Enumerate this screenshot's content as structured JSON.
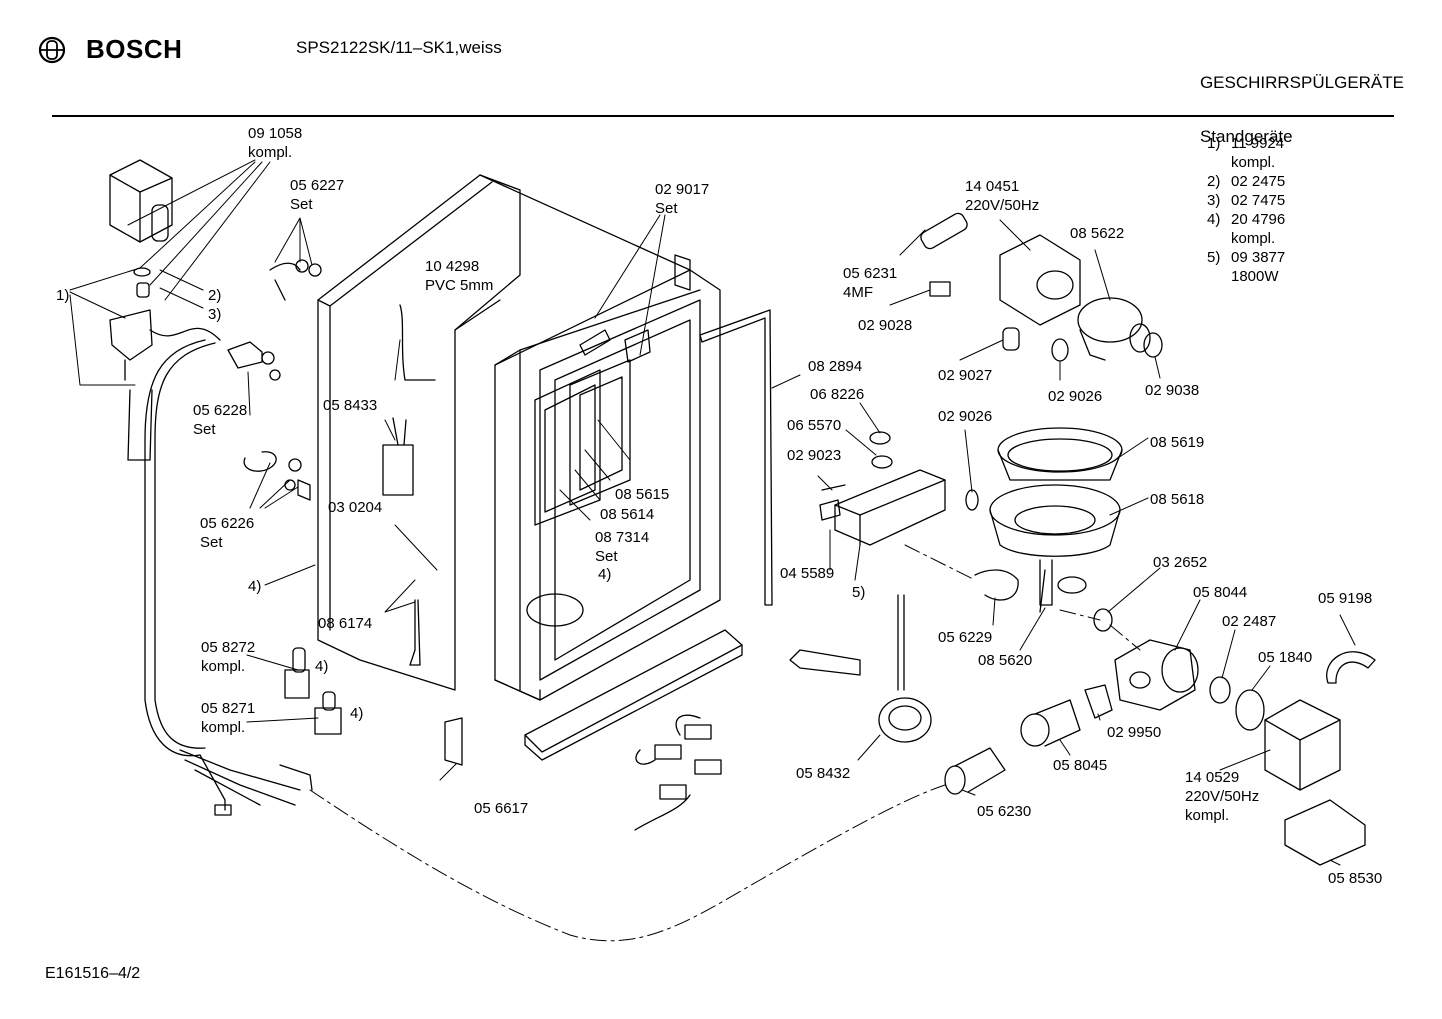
{
  "header": {
    "brand": "BOSCH",
    "model": "SPS2122SK/11–SK1,weiss",
    "category_line1": "GESCHIRRSPÜLGERÄTE",
    "category_line2": "Standgeräte"
  },
  "footer": {
    "doc_id": "E161516–4/2"
  },
  "legend": [
    {
      "key": "1)",
      "lines": [
        "11 9924",
        "kompl."
      ]
    },
    {
      "key": "2)",
      "lines": [
        "02 2475"
      ]
    },
    {
      "key": "3)",
      "lines": [
        "02 7475"
      ]
    },
    {
      "key": "4)",
      "lines": [
        "20 4796",
        "kompl."
      ]
    },
    {
      "key": "5)",
      "lines": [
        "09 3877",
        "1800W"
      ]
    }
  ],
  "callouts": [
    {
      "id": "c091058",
      "lines": [
        "09 1058",
        "kompl."
      ]
    },
    {
      "id": "c056227",
      "lines": [
        "05 6227",
        "Set"
      ]
    },
    {
      "id": "c104298",
      "lines": [
        "10 4298",
        "PVC 5mm"
      ]
    },
    {
      "id": "c029017",
      "lines": [
        "02 9017",
        "Set"
      ]
    },
    {
      "id": "c140451",
      "lines": [
        "14 0451",
        "220V/50Hz"
      ]
    },
    {
      "id": "c085622",
      "lines": [
        "08 5622"
      ]
    },
    {
      "id": "c056231",
      "lines": [
        "05 6231",
        "4MF"
      ]
    },
    {
      "id": "c029028",
      "lines": [
        "02 9028"
      ]
    },
    {
      "id": "c029027",
      "lines": [
        "02 9027"
      ]
    },
    {
      "id": "c029026a",
      "lines": [
        "02 9026"
      ]
    },
    {
      "id": "c029038",
      "lines": [
        "02 9038"
      ]
    },
    {
      "id": "c1left",
      "lines": [
        "1)"
      ]
    },
    {
      "id": "c2",
      "lines": [
        "2)"
      ]
    },
    {
      "id": "c3",
      "lines": [
        "3)"
      ]
    },
    {
      "id": "c056228",
      "lines": [
        "05 6228",
        "Set"
      ]
    },
    {
      "id": "c058433",
      "lines": [
        "05 8433"
      ]
    },
    {
      "id": "c082894",
      "lines": [
        "08 2894"
      ]
    },
    {
      "id": "c068226",
      "lines": [
        "06 8226"
      ]
    },
    {
      "id": "c065570",
      "lines": [
        "06 5570"
      ]
    },
    {
      "id": "c029026b",
      "lines": [
        "02 9026"
      ]
    },
    {
      "id": "c085619",
      "lines": [
        "08 5619"
      ]
    },
    {
      "id": "c029023",
      "lines": [
        "02 9023"
      ]
    },
    {
      "id": "c085615",
      "lines": [
        "08 5615"
      ]
    },
    {
      "id": "c085614",
      "lines": [
        "08 5614"
      ]
    },
    {
      "id": "c085618",
      "lines": [
        "08 5618"
      ]
    },
    {
      "id": "c030204",
      "lines": [
        "03 0204"
      ]
    },
    {
      "id": "c087314",
      "lines": [
        "08 7314",
        "Set"
      ]
    },
    {
      "id": "c4a",
      "lines": [
        "4)"
      ]
    },
    {
      "id": "c056226",
      "lines": [
        "05 6226",
        "Set"
      ]
    },
    {
      "id": "c045589",
      "lines": [
        "04 5589"
      ]
    },
    {
      "id": "c032652",
      "lines": [
        "03 2652"
      ]
    },
    {
      "id": "c4b",
      "lines": [
        "4)"
      ]
    },
    {
      "id": "c5",
      "lines": [
        "5)"
      ]
    },
    {
      "id": "c058044",
      "lines": [
        "05 8044"
      ]
    },
    {
      "id": "c059198",
      "lines": [
        "05 9198"
      ]
    },
    {
      "id": "c086174",
      "lines": [
        "08 6174"
      ]
    },
    {
      "id": "c022487",
      "lines": [
        "02 2487"
      ]
    },
    {
      "id": "c056229",
      "lines": [
        "05 6229"
      ]
    },
    {
      "id": "c085620",
      "lines": [
        "08 5620"
      ]
    },
    {
      "id": "c051840",
      "lines": [
        "05 1840"
      ]
    },
    {
      "id": "c058272",
      "lines": [
        "05 8272",
        "kompl."
      ]
    },
    {
      "id": "c4c",
      "lines": [
        "4)"
      ]
    },
    {
      "id": "c058271",
      "lines": [
        "05 8271",
        "kompl."
      ]
    },
    {
      "id": "c4d",
      "lines": [
        "4)"
      ]
    },
    {
      "id": "c029950",
      "lines": [
        "02 9950"
      ]
    },
    {
      "id": "c058432",
      "lines": [
        "05 8432"
      ]
    },
    {
      "id": "c058045",
      "lines": [
        "05 8045"
      ]
    },
    {
      "id": "c140529",
      "lines": [
        "14 0529",
        "220V/50Hz",
        "kompl."
      ]
    },
    {
      "id": "c056617",
      "lines": [
        "05 6617"
      ]
    },
    {
      "id": "c056230",
      "lines": [
        "05 6230"
      ]
    },
    {
      "id": "c058530",
      "lines": [
        "05 8530"
      ]
    }
  ]
}
